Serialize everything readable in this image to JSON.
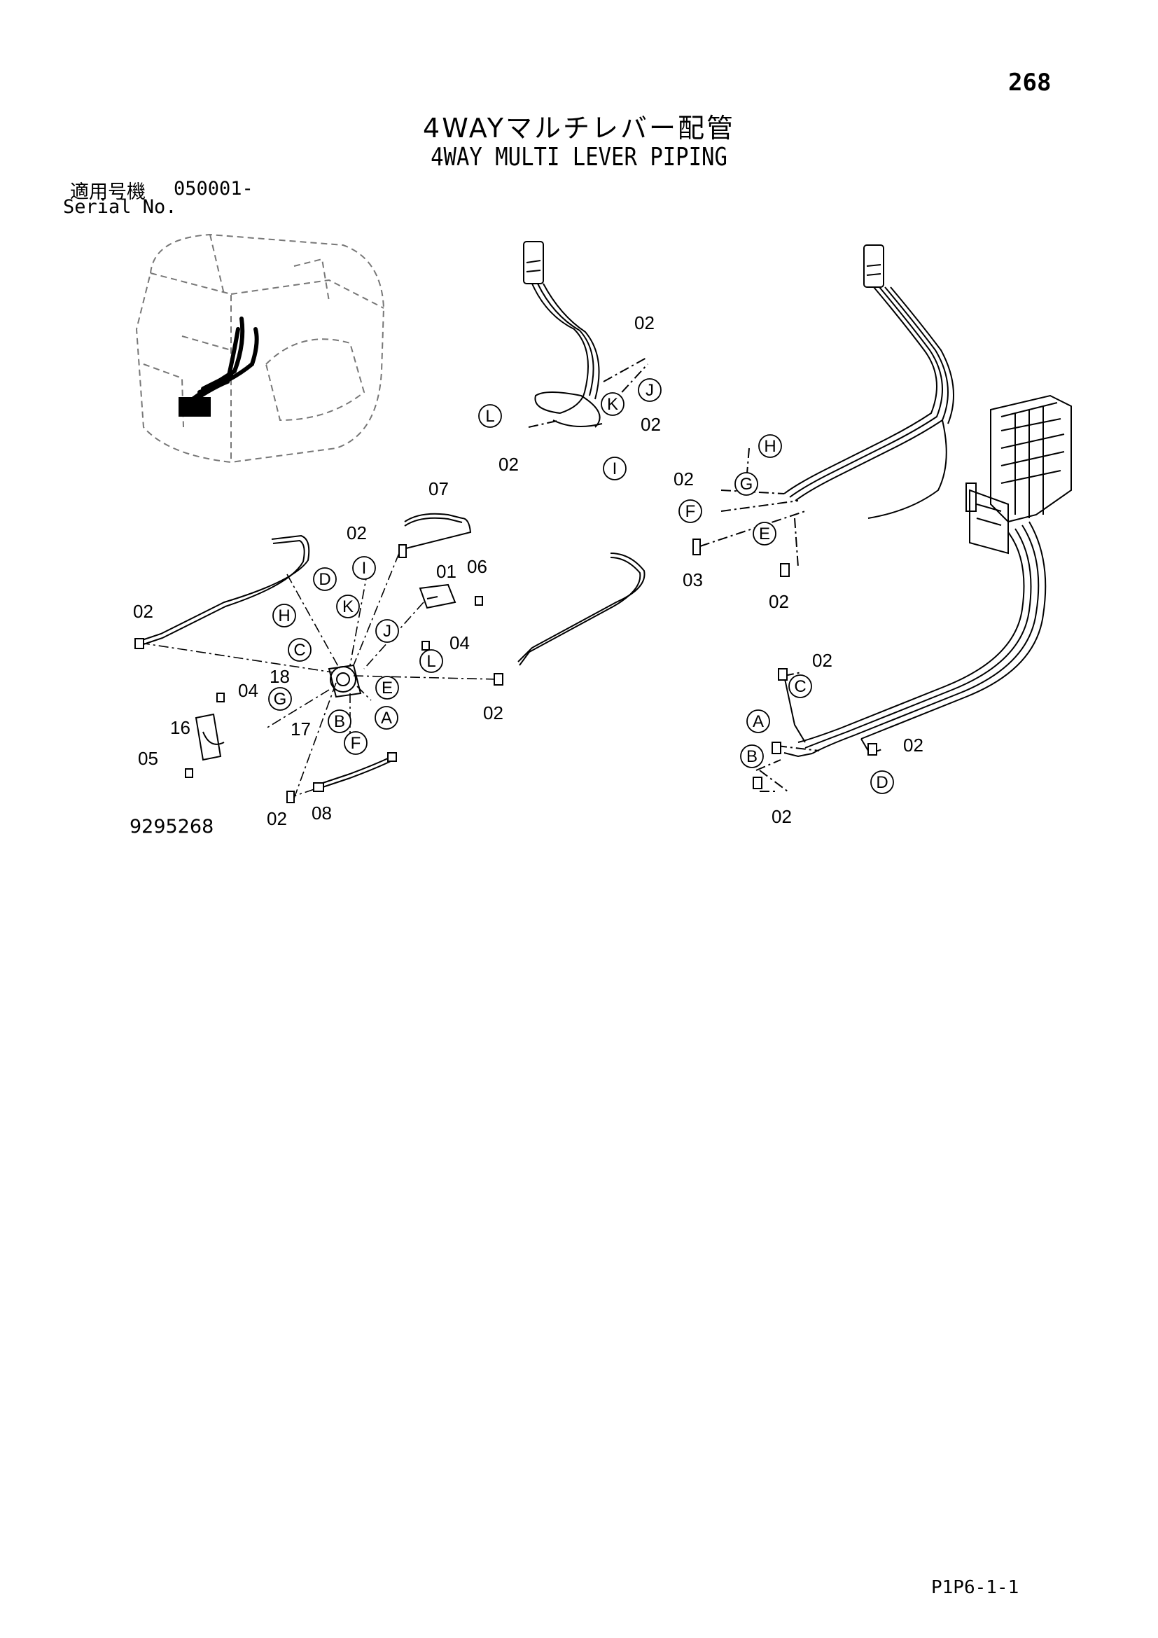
{
  "header": {
    "page_number": "268",
    "title_jp": "4WAYマルチレバー配管",
    "title_en": "4WAY MULTI LEVER PIPING",
    "serial_label_jp": "適用号機",
    "serial_value": "050001-",
    "serial_label_en": "Serial No."
  },
  "drawing_number": "9295268",
  "footer_code": "P1P6-1-1",
  "callouts": {
    "parts": {
      "p01": "01",
      "p02": "02",
      "p03": "03",
      "p04": "04",
      "p05": "05",
      "p06": "06",
      "p07": "07",
      "p08": "08",
      "p16": "16",
      "p17": "17",
      "p18": "18"
    },
    "letters": {
      "A": "A",
      "B": "B",
      "C": "C",
      "D": "D",
      "E": "E",
      "F": "F",
      "G": "G",
      "H": "H",
      "I": "I",
      "J": "J",
      "K": "K",
      "L": "L"
    }
  }
}
